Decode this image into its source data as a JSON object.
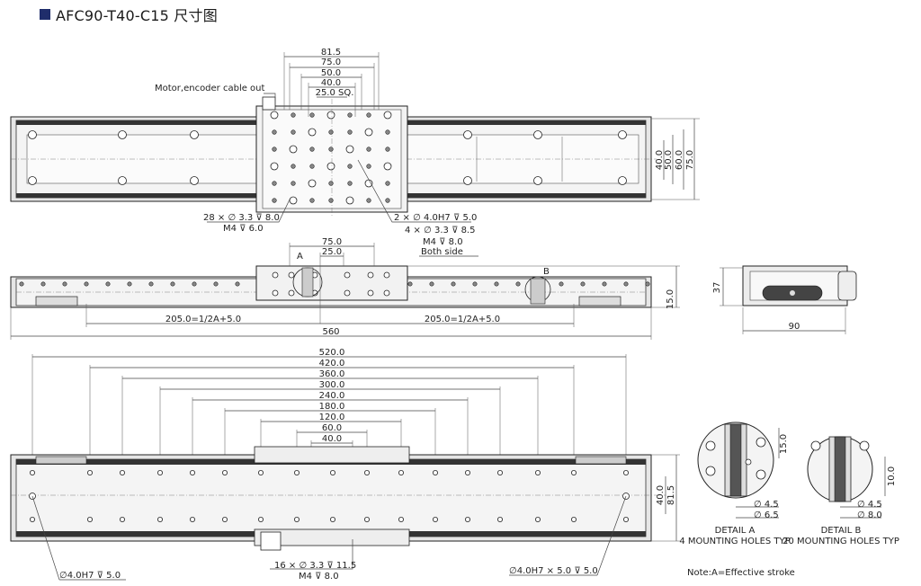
{
  "title": "AFC90-T40-C15 尺寸图",
  "top_view": {
    "dims_top": [
      "81.5",
      "75.0",
      "50.0",
      "40.0",
      "25.0 SQ."
    ],
    "cable_label": "Motor,encoder cable out",
    "dims_right": [
      "40.0",
      "50.0",
      "60.0",
      "75.0"
    ],
    "note_left_1": "28 × ∅ 3.3 ⊽ 8.0",
    "note_left_2": "M4 ⊽ 6.0",
    "note_right_1": "2 × ∅ 4.0H7 ⊽ 5.0",
    "note_right_2": "4 × ∅ 3.3 ⊽ 8.5",
    "note_right_3": "M4 ⊽ 8.0",
    "note_right_4": "Both side"
  },
  "side_view": {
    "dim_75": "75.0",
    "dim_25": "25.0",
    "label_a": "A",
    "label_b": "B",
    "dim_left": "205.0=1/2A+5.0",
    "dim_right": "205.0=1/2A+5.0",
    "dim_total": "560",
    "dim_height": "15.0"
  },
  "end_view": {
    "dim_height": "37",
    "dim_width": "90"
  },
  "bottom_view": {
    "dims": [
      "520.0",
      "420.0",
      "360.0",
      "300.0",
      "240.0",
      "180.0",
      "120.0",
      "60.0",
      "40.0"
    ],
    "dims_right": [
      "40.0",
      "81.5"
    ],
    "note_left": "∅4.0H7 ⊽ 5.0",
    "note_mid_1": "16 × ∅ 3.3 ⊽ 11.5",
    "note_mid_2": "M4 ⊽ 8.0",
    "note_right": "∅4.0H7 × 5.0 ⊽ 5.0"
  },
  "detail_a": {
    "dim_side": "15.0",
    "dim_d1": "∅ 4.5",
    "dim_d2": "∅ 6.5",
    "label": "DETAIL A",
    "caption": "4 MOUNTING HOLES TYP"
  },
  "detail_b": {
    "dim_side": "10.0",
    "dim_d1": "∅ 4.5",
    "dim_d2": "∅ 8.0",
    "label": "DETAIL B",
    "caption": "20 MOUNTING HOLES TYP"
  },
  "note": "Note:A=Effective stroke"
}
